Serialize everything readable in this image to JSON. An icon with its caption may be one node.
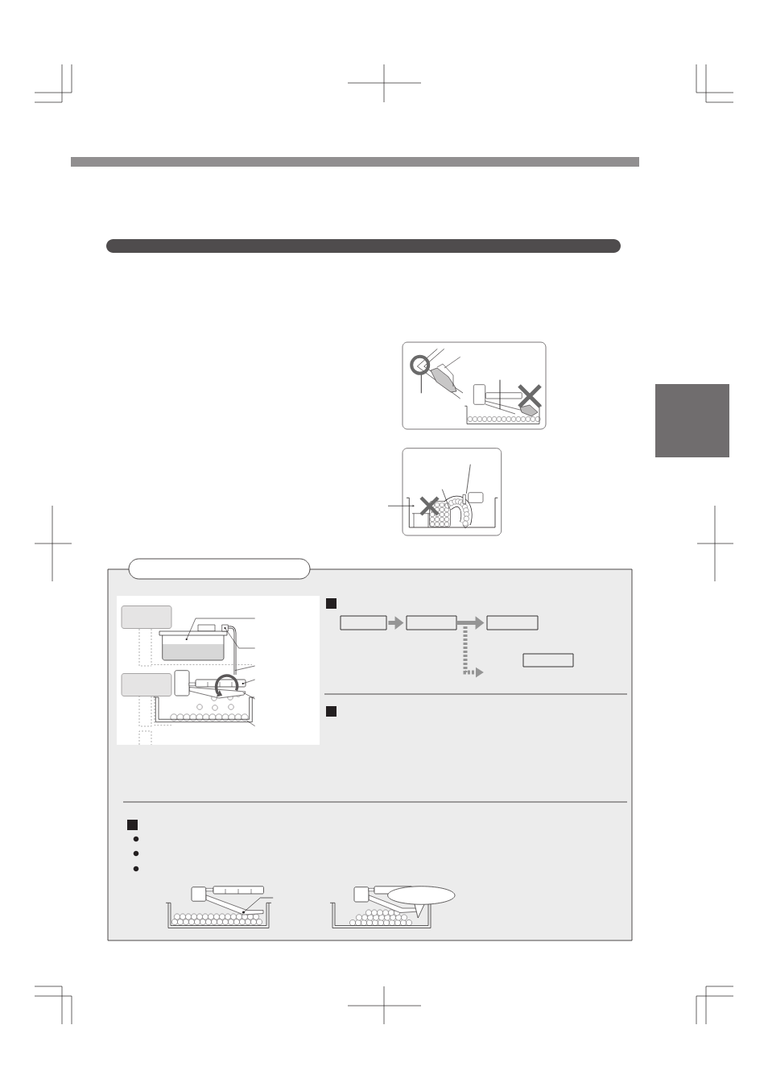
{
  "diagram": {
    "nodes": [
      {
        "text": [],
        "shape": "bar"
      },
      {
        "text": [],
        "shape": "box"
      },
      {
        "text": [],
        "shape": "bar"
      },
      {
        "text": [],
        "shape": "box"
      },
      {
        "text": [],
        "shape": "box"
      },
      {
        "text": [],
        "shape": "box"
      },
      {
        "text": [],
        "shape": "box"
      },
      {
        "text": [],
        "shape": "box"
      },
      {
        "text": [],
        "shape": "box"
      }
    ],
    "edges": [
      {
        "from": 4,
        "to": 5,
        "arrow": "to"
      },
      {
        "from": 5,
        "to": 6,
        "arrow": "to"
      },
      {
        "from": 5,
        "to": null,
        "arrow": "to",
        "style": "dashed"
      }
    ]
  }
}
